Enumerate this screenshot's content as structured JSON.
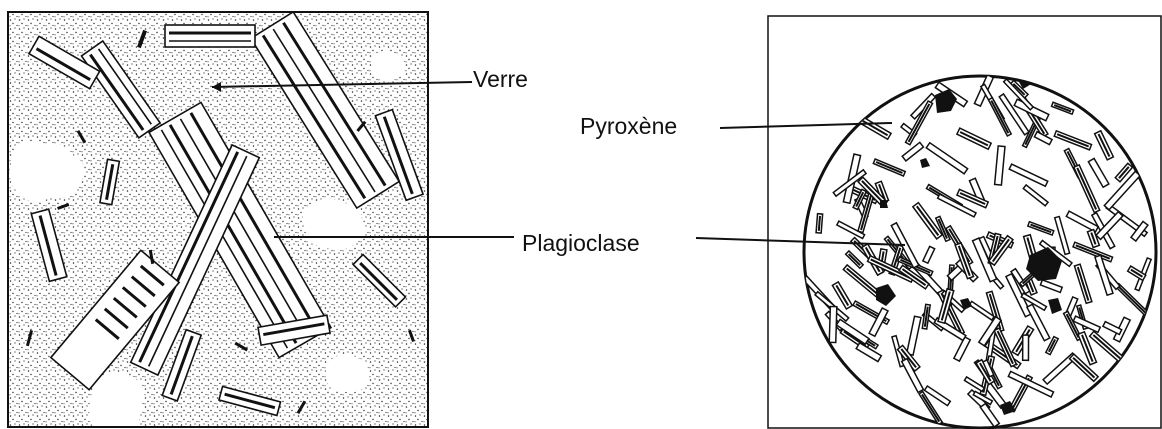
{
  "labels": {
    "left": {
      "glass": "Verre",
      "plagioclase": "Plagioclase"
    },
    "right": {
      "pyroxene": "Pyroxène",
      "plagioclase": "Plagioclase"
    }
  },
  "colors": {
    "ink": "#111111",
    "paper": "#ffffff",
    "glass_stipple": "#2a2a2a"
  }
}
